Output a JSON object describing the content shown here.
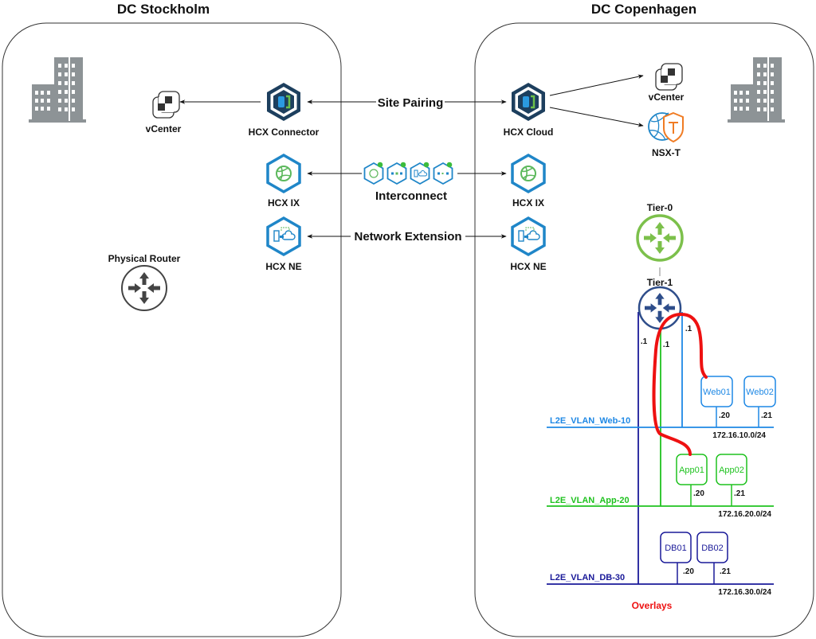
{
  "sites": {
    "left": {
      "title": "DC Stockholm"
    },
    "right": {
      "title": "DC Copenhagen"
    }
  },
  "left_components": {
    "vcenter": "vCenter",
    "hcx_connector": "HCX Connector",
    "hcx_ix": "HCX IX",
    "hcx_ne": "HCX NE",
    "physical_router": "Physical Router"
  },
  "right_components": {
    "hcx_cloud": "HCX Cloud",
    "vcenter": "vCenter",
    "nsx_t": "NSX-T",
    "hcx_ix": "HCX IX",
    "hcx_ne": "HCX NE",
    "tier0": "Tier-0",
    "tier1": "Tier-1"
  },
  "connections": {
    "site_pairing": "Site Pairing",
    "interconnect": "Interconnect",
    "network_extension": "Network Extension"
  },
  "gateway_ips": {
    "db": ".1",
    "app": ".1",
    "web": ".1"
  },
  "segments": [
    {
      "name": "L2E_VLAN_Web-10",
      "subnet": "172.16.10.0/24",
      "color": "#1e88e5",
      "vms": [
        {
          "name": "Web01",
          "ip": ".20"
        },
        {
          "name": "Web02",
          "ip": ".21"
        }
      ]
    },
    {
      "name": "L2E_VLAN_App-20",
      "subnet": "172.16.20.0/24",
      "color": "#1fc21f",
      "vms": [
        {
          "name": "App01",
          "ip": ".20"
        },
        {
          "name": "App02",
          "ip": ".21"
        }
      ]
    },
    {
      "name": "L2E_VLAN_DB-30",
      "subnet": "172.16.30.0/24",
      "color": "#1a1a99",
      "vms": [
        {
          "name": "DB01",
          "ip": ".20"
        },
        {
          "name": "DB02",
          "ip": ".21"
        }
      ]
    }
  ],
  "overlays_label": "Overlays",
  "colors": {
    "hcx_dark": "#1d3f5e",
    "hcx_blue": "#1f86c8",
    "ix_green": "#5cb85c",
    "tier0_green": "#7cc04b",
    "tier1_blue": "#2e4d8a",
    "router_gray": "#444444",
    "building_gray": "#8d9396",
    "nsx_orange": "#f07c24",
    "overlay_red": "#ee1111"
  }
}
